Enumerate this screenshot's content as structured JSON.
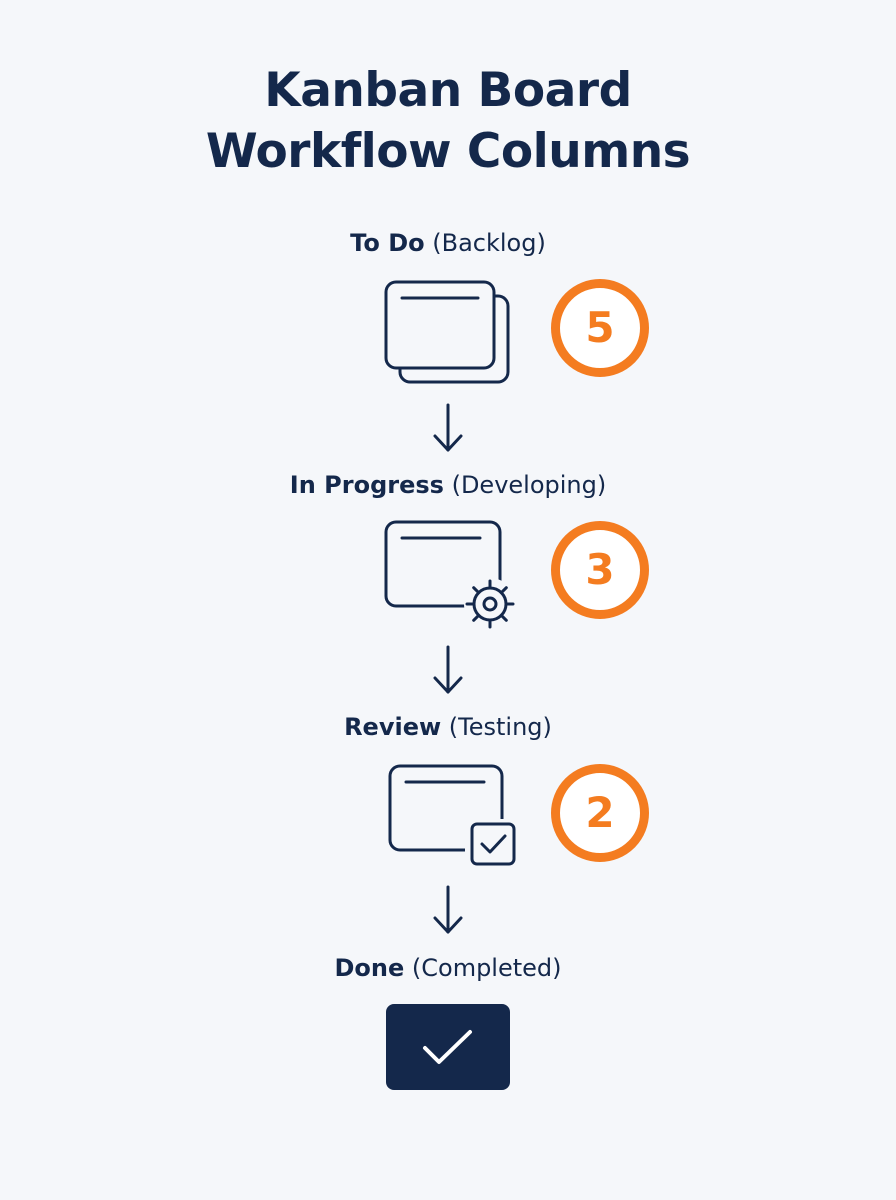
{
  "title": {
    "line1": "Kanban Board",
    "line2": "Workflow Columns"
  },
  "stages": [
    {
      "name": "To Do",
      "sub": "(Backlog)",
      "count": "5",
      "icon": "stacked-cards-icon"
    },
    {
      "name": "In Progress",
      "sub": "(Developing)",
      "count": "3",
      "icon": "card-gear-icon"
    },
    {
      "name": "Review",
      "sub": "(Testing)",
      "count": "2",
      "icon": "card-checkbox-icon"
    },
    {
      "name": "Done",
      "sub": "(Completed)",
      "icon": "checkmark-icon"
    }
  ],
  "colors": {
    "navy": "#14284b",
    "accent": "#f47c20",
    "background": "#f5f7fa"
  }
}
